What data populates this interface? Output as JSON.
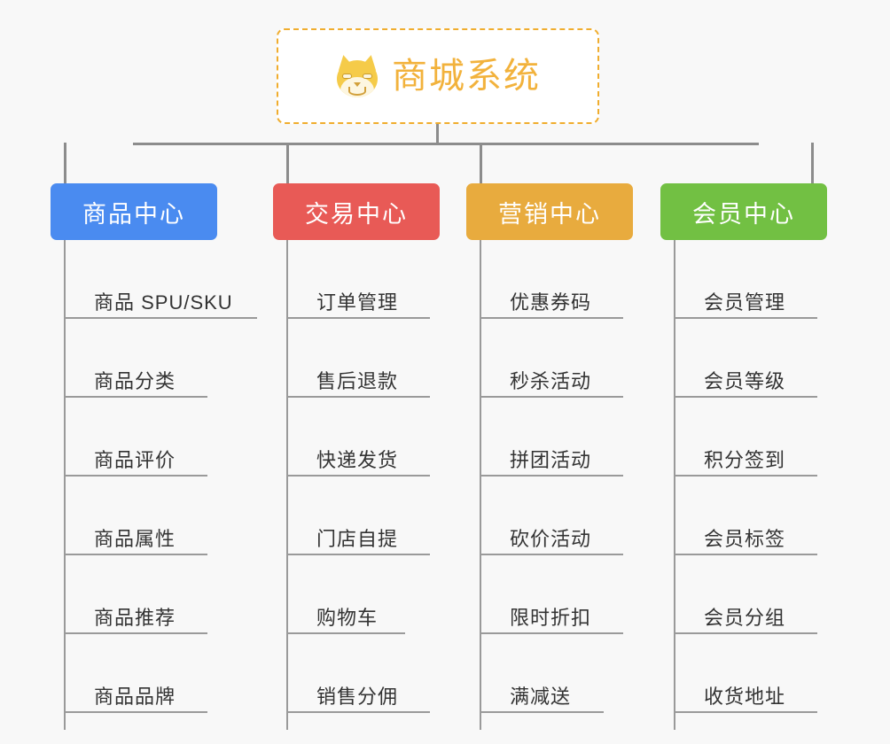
{
  "root": {
    "icon": "shiba-dog-icon",
    "label": "商城系统",
    "text_color": "#f2b23c",
    "border_color": "#f0ad2e"
  },
  "connector_color": "#8c8c8c",
  "background_color": "#f8f8f8",
  "columns": [
    {
      "id": "product-center",
      "title": "商品中心",
      "color": "#4a8bf0",
      "items": [
        "商品 SPU/SKU",
        "商品分类",
        "商品评价",
        "商品属性",
        "商品推荐",
        "商品品牌"
      ]
    },
    {
      "id": "trade-center",
      "title": "交易中心",
      "color": "#e85a56",
      "items": [
        "订单管理",
        "售后退款",
        "快递发货",
        "门店自提",
        "购物车",
        "销售分佣"
      ]
    },
    {
      "id": "marketing-center",
      "title": "营销中心",
      "color": "#e8ab3e",
      "items": [
        "优惠券码",
        "秒杀活动",
        "拼团活动",
        "砍价活动",
        "限时折扣",
        "满减送"
      ]
    },
    {
      "id": "member-center",
      "title": "会员中心",
      "color": "#72c043",
      "items": [
        "会员管理",
        "会员等级",
        "积分签到",
        "会员标签",
        "会员分组",
        "收货地址"
      ]
    }
  ]
}
